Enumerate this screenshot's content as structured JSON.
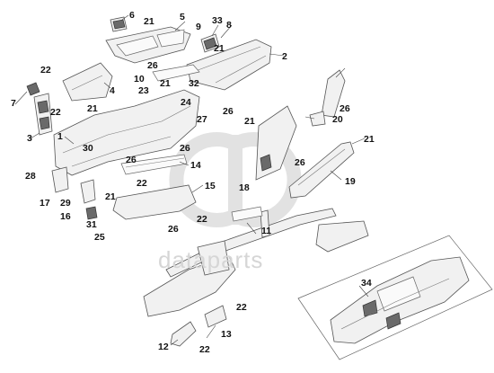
{
  "watermark": {
    "text": "dataparts",
    "logo": "dp-logo"
  },
  "callouts": [
    {
      "id": "c6",
      "label": "6"
    },
    {
      "id": "c21a",
      "label": "21"
    },
    {
      "id": "c5",
      "label": "5"
    },
    {
      "id": "c33",
      "label": "33"
    },
    {
      "id": "c8",
      "label": "8"
    },
    {
      "id": "c9",
      "label": "9"
    },
    {
      "id": "c21b",
      "label": "21"
    },
    {
      "id": "c2",
      "label": "2"
    },
    {
      "id": "c26a",
      "label": "26"
    },
    {
      "id": "c22a",
      "label": "22"
    },
    {
      "id": "c10",
      "label": "10"
    },
    {
      "id": "c32",
      "label": "32"
    },
    {
      "id": "c21c",
      "label": "21"
    },
    {
      "id": "c4",
      "label": "4"
    },
    {
      "id": "c23",
      "label": "23"
    },
    {
      "id": "c7",
      "label": "7"
    },
    {
      "id": "c22b",
      "label": "22"
    },
    {
      "id": "c21d",
      "label": "21"
    },
    {
      "id": "c24",
      "label": "24"
    },
    {
      "id": "c26b",
      "label": "26"
    },
    {
      "id": "c26c",
      "label": "26"
    },
    {
      "id": "c20",
      "label": "20"
    },
    {
      "id": "c27",
      "label": "27"
    },
    {
      "id": "c21e",
      "label": "21"
    },
    {
      "id": "c3",
      "label": "3"
    },
    {
      "id": "c1",
      "label": "1"
    },
    {
      "id": "c30",
      "label": "30"
    },
    {
      "id": "c26d",
      "label": "26"
    },
    {
      "id": "c21f",
      "label": "21"
    },
    {
      "id": "c26e",
      "label": "26"
    },
    {
      "id": "c14",
      "label": "14"
    },
    {
      "id": "c26f",
      "label": "26"
    },
    {
      "id": "c28",
      "label": "28"
    },
    {
      "id": "c22c",
      "label": "22"
    },
    {
      "id": "c15",
      "label": "15"
    },
    {
      "id": "c18",
      "label": "18"
    },
    {
      "id": "c19",
      "label": "19"
    },
    {
      "id": "c17",
      "label": "17"
    },
    {
      "id": "c29",
      "label": "29"
    },
    {
      "id": "c21g",
      "label": "21"
    },
    {
      "id": "c16",
      "label": "16"
    },
    {
      "id": "c22d",
      "label": "22"
    },
    {
      "id": "c31",
      "label": "31"
    },
    {
      "id": "c26g",
      "label": "26"
    },
    {
      "id": "c11",
      "label": "11"
    },
    {
      "id": "c25",
      "label": "25"
    },
    {
      "id": "c34",
      "label": "34"
    },
    {
      "id": "c22e",
      "label": "22"
    },
    {
      "id": "c13",
      "label": "13"
    },
    {
      "id": "c12",
      "label": "12"
    },
    {
      "id": "c22f",
      "label": "22"
    }
  ]
}
